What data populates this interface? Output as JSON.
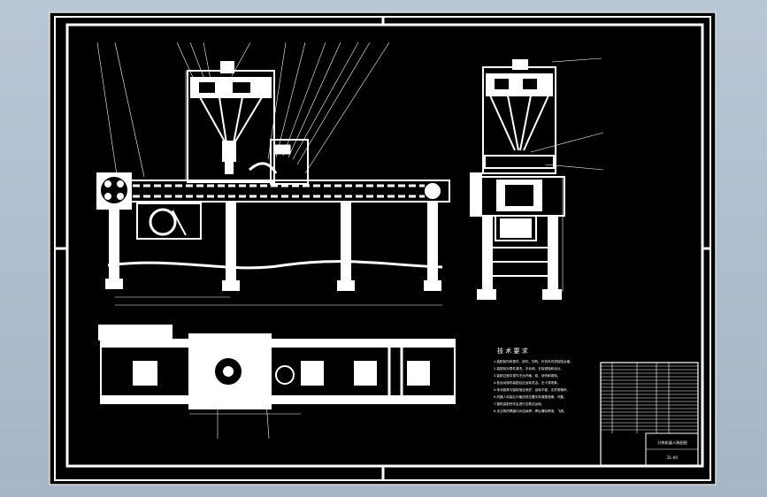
{
  "drawing": {
    "background_color": "#b4c1d1",
    "sheet_color": "#000000",
    "line_color": "#ffffff",
    "notes": {
      "title": "技 术 要 求",
      "lines": [
        "1.装配前所有零件、部件、外购、外协件均须检验合格。",
        "2.装配前对零件清洗、去毛刺、去除锈蚀和油污。",
        "3.装配过程中零件不允许磕、碰、划伤和锈蚀。",
        "4.各运动部件装配后应运转灵活、无卡滞现象。",
        "5.传动链条与链轮啮合良好、运转平稳、无异常噪声。",
        "6.机器人安装后与输送线位置关系调整准确、可靠。",
        "7.整机装配完毕后进行空载试运转。",
        "8.未注明的焊缝均为连续焊，焊后清除焊渣、飞溅。"
      ]
    },
    "title_block": {
      "name": "分拣机器人装配图",
      "code": "ZL-00"
    }
  }
}
